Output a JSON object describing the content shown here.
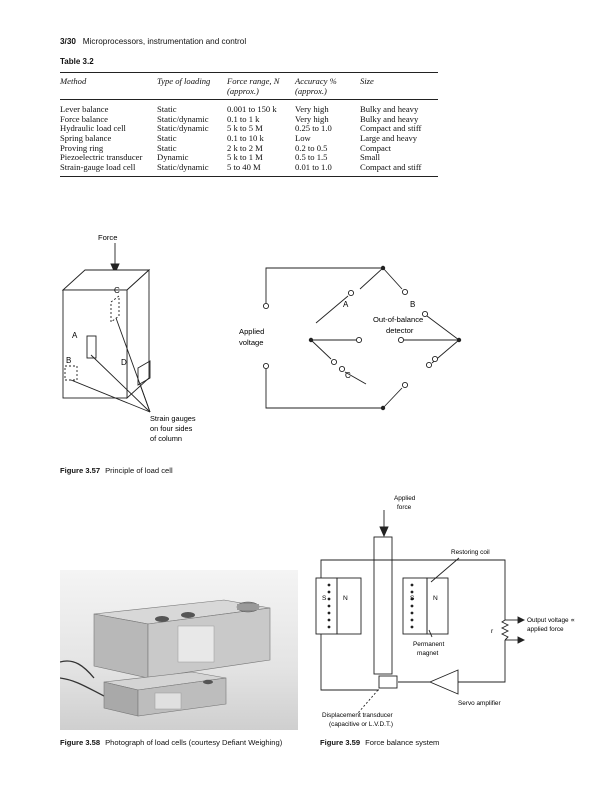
{
  "header": {
    "page": "3/30",
    "title": "Microprocessors, instrumentation and control"
  },
  "table": {
    "title": "Table 3.2",
    "columns": [
      {
        "label": "Method",
        "sub": ""
      },
      {
        "label": "Type of loading",
        "sub": ""
      },
      {
        "label": "Force range, N",
        "sub": "(approx.)"
      },
      {
        "label": "Accuracy %",
        "sub": "(approx.)"
      },
      {
        "label": "Size",
        "sub": ""
      }
    ],
    "rows": [
      [
        "Lever balance",
        "Static",
        "0.001 to 150 k",
        "Very high",
        "Bulky and heavy"
      ],
      [
        "Force balance",
        "Static/dynamic",
        "0.1 to 1 k",
        "Very high",
        "Bulky and heavy"
      ],
      [
        "Hydraulic load cell",
        "Static/dynamic",
        "5 k to 5 M",
        "0.25 to 1.0",
        "Compact and stiff"
      ],
      [
        "Spring balance",
        "Static",
        "0.1 to 10 k",
        "Low",
        "Large and heavy"
      ],
      [
        "Proving ring",
        "Static",
        "2 k to 2 M",
        "0.2 to 0.5",
        "Compact"
      ],
      [
        "Piezoelectric transducer",
        "Dynamic",
        "5 k to 1 M",
        "0.5 to 1.5",
        "Small"
      ],
      [
        "Strain-gauge load cell",
        "Static/dynamic",
        "5 to 40 M",
        "0.01 to 1.0",
        "Compact and stiff"
      ]
    ]
  },
  "fig357": {
    "caption_num": "Figure 3.57",
    "caption_text": "Principle of load cell",
    "force_label": "Force",
    "gauge_labels": [
      "A",
      "B",
      "C",
      "D"
    ],
    "strain_lines": [
      "Strain gauges",
      "on four sides",
      "of column"
    ],
    "bridge_labels": [
      "A",
      "B",
      "C"
    ],
    "applied_lines": [
      "Applied",
      "voltage"
    ],
    "detector_lines": [
      "Out-of-balance",
      "detector"
    ]
  },
  "fig358": {
    "caption_num": "Figure 3.58",
    "caption_text": "Photograph of load cells (courtesy Defiant Weighing)"
  },
  "fig359": {
    "caption_num": "Figure 3.59",
    "caption_text": "Force balance system",
    "applied_lines": [
      "Applied",
      "force"
    ],
    "coil_label": "Restoring coil",
    "pole_labels": [
      "S",
      "N",
      "S",
      "N"
    ],
    "magnet_lines": [
      "Permanent",
      "magnet"
    ],
    "output_lines": [
      "Output voltage ∝",
      "applied force"
    ],
    "resistor_label": "r",
    "amp_label": "Servo amplifier",
    "transducer_lines": [
      "Displacement transducer",
      "(capacitive or L.V.D.T.)"
    ]
  }
}
